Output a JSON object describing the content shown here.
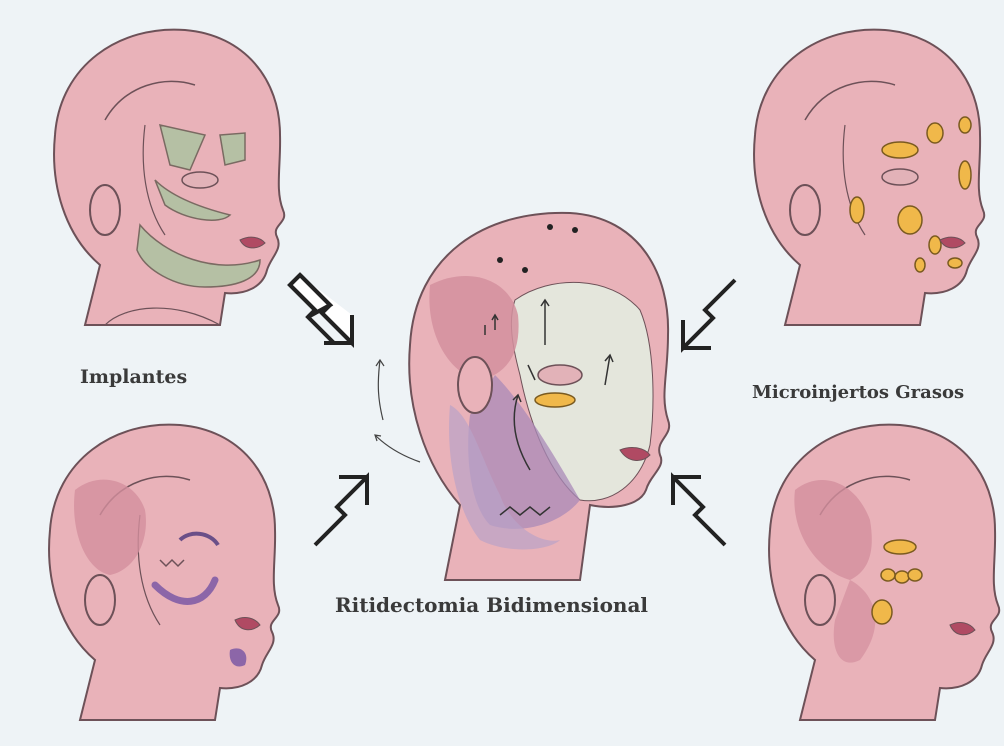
{
  "labels": {
    "implantes": "Implantes",
    "microinjertos": "Microinjertos Grasos",
    "center": "Ritidectomia Bidimensional"
  },
  "colors": {
    "background": "#eef3f6",
    "skin": "#e9b2b9",
    "skin_shadow": "#d99aa5",
    "outline": "#6d5158",
    "implant": "#b5c0a4",
    "fat_graft": "#f0b84a",
    "vector_purple": "#a98ab8",
    "lifted_area": "#e4e6dc",
    "arrow": "#222222"
  }
}
